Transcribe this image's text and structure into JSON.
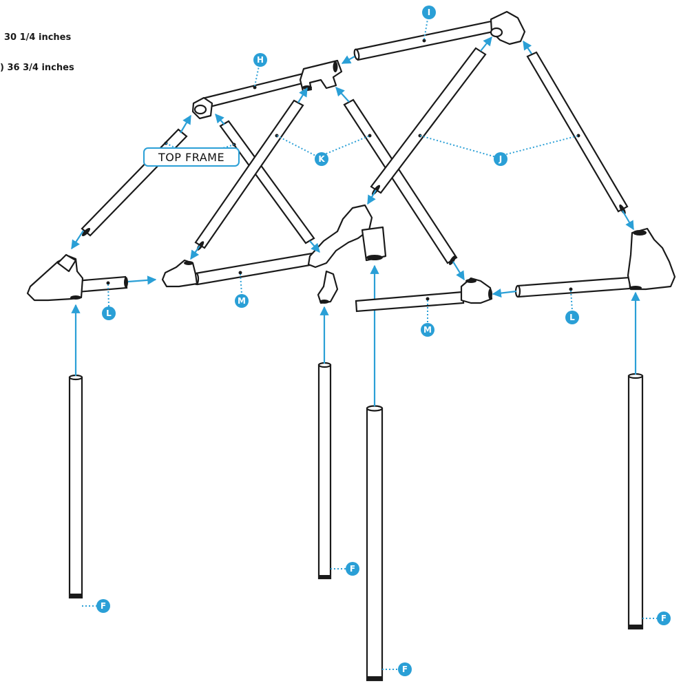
{
  "dimensions": {
    "line1": "30 1/4 inches",
    "line2": ") 36 3/4 inches"
  },
  "section_title": "TOP FRAME",
  "part_labels": {
    "H": "H",
    "I": "I",
    "J": "J",
    "K": "K",
    "L": "L",
    "M": "M",
    "F": "F"
  },
  "colors": {
    "accent": "#2a9fd6",
    "outline": "#1a1a1a"
  }
}
